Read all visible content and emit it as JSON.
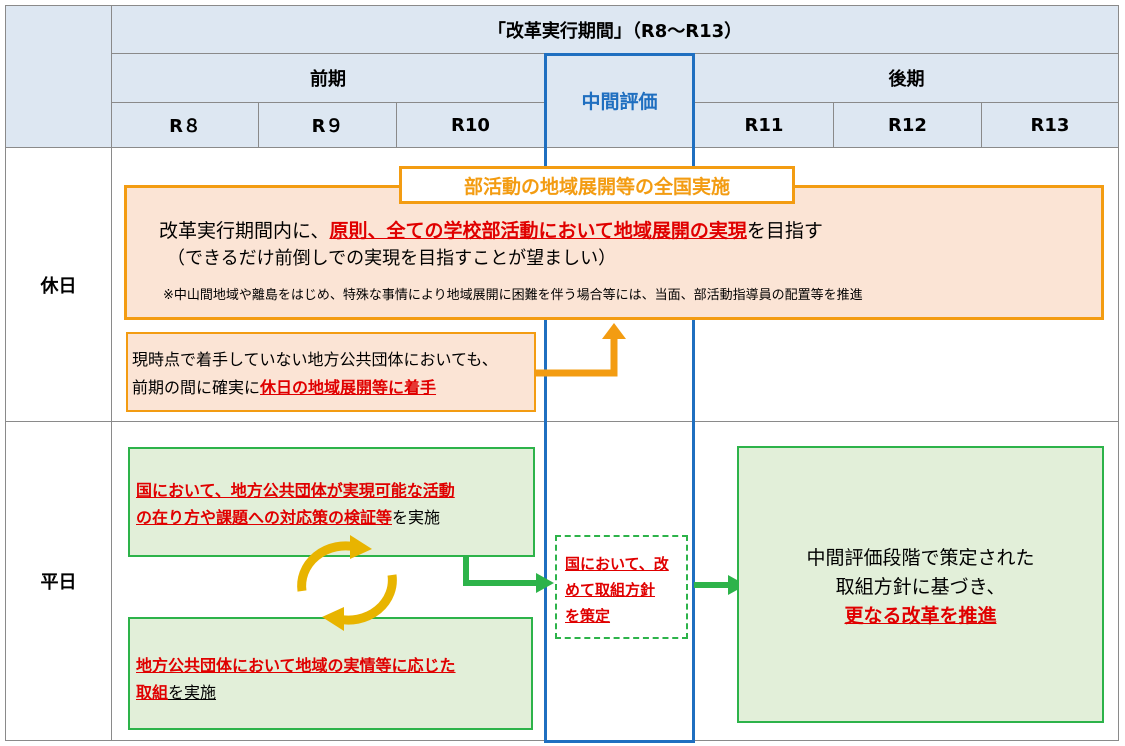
{
  "header": {
    "period_title": "「改革実行期間」（R8〜R13）",
    "first_half": "前期",
    "second_half": "後期",
    "midterm": "中間評価",
    "years": [
      "R８",
      "R９",
      "R10",
      "R11",
      "R12",
      "R13"
    ]
  },
  "rows": {
    "holiday": "休日",
    "weekday": "平日"
  },
  "holiday_section": {
    "banner": "部活動の地域展開等の全国実施",
    "line1_pre": "改革実行期間内に、",
    "line1_emph": "原則、全ての学校部活動において地域展開の実現",
    "line1_post": "を目指す",
    "line2": "（できるだけ前倒しでの実現を目指すことが望ましい）",
    "note": "※中山間地域や離島をはじめ、特殊な事情により地域展開に困難を伴う場合等には、当面、部活動指導員の配置等を推進",
    "start_line1": "現時点で着手していない地方公共団体においても、",
    "start_line2_pre": "前期の間に確実に",
    "start_line2_emph": "休日の地域展開等に着手"
  },
  "weekday_section": {
    "nation_emph_1": "国において、地方公共団体が実現可能な活動",
    "nation_emph_2": "の在り方や課題への対応策の検証等",
    "nation_post": "を実施",
    "local_emph_1": "地方公共団体において地域の実情等に応じた",
    "local_emph_2": "取組",
    "local_post": "を実施",
    "policy_1": "国において、改",
    "policy_2": "めて取組方針",
    "policy_3": "を策定",
    "result_1": "中間評価段階で策定された",
    "result_2": "取組方針に基づき、",
    "result_3": "更なる改革を推進"
  },
  "colors": {
    "header_fill": "#dde7f2",
    "midterm_blue": "#1f6fc0",
    "orange": "#f39c12",
    "orange_fill": "#fbe4d5",
    "green": "#2db34a",
    "green_fill": "#e2efd9",
    "red_text": "#e00000",
    "cycle_arrow": "#e8b400"
  }
}
